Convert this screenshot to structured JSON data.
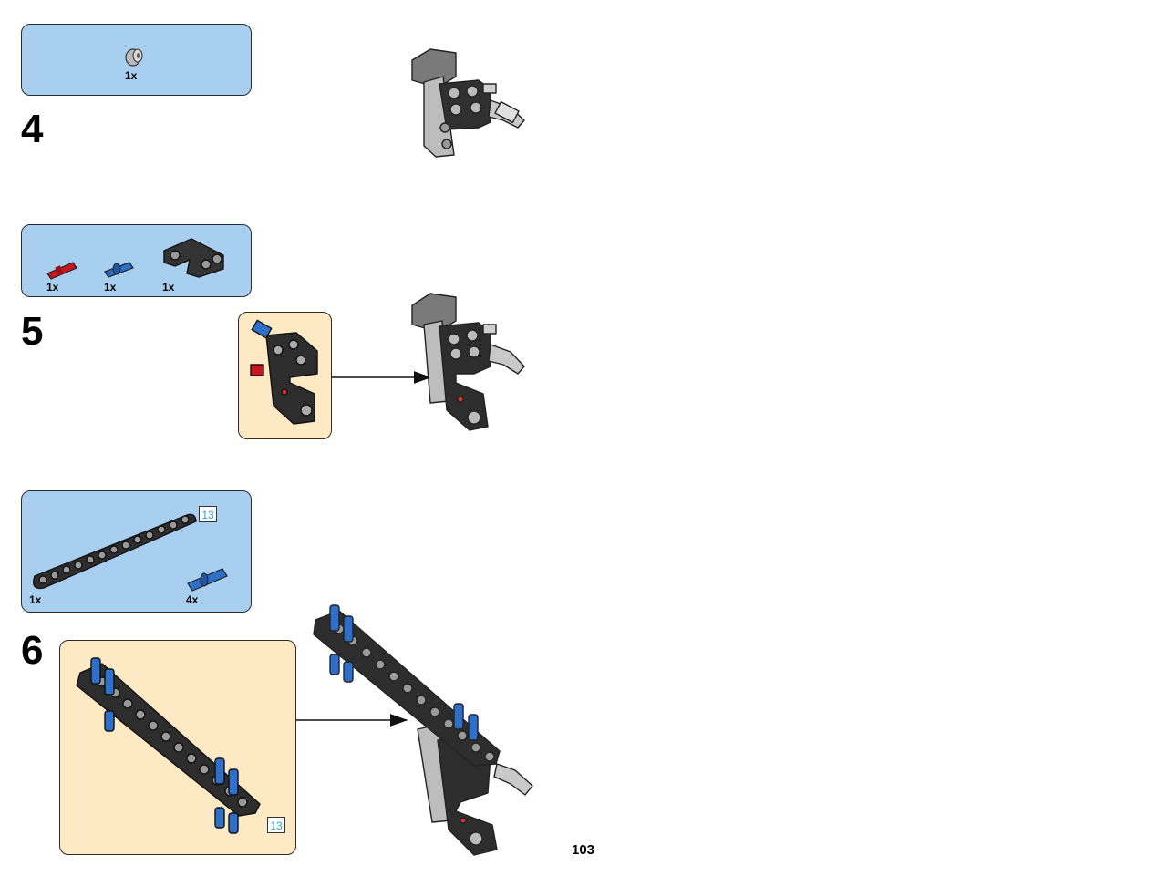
{
  "page": {
    "number": "103"
  },
  "steps": [
    {
      "number": "4",
      "parts": [
        {
          "qty": "1x"
        }
      ]
    },
    {
      "number": "5",
      "parts": [
        {
          "qty": "1x"
        },
        {
          "qty": "1x"
        },
        {
          "qty": "1x"
        }
      ]
    },
    {
      "number": "6",
      "parts": [
        {
          "qty": "1x",
          "length": "13"
        },
        {
          "qty": "4x"
        }
      ],
      "sub_length": "13"
    }
  ],
  "colors": {
    "callout_blue": "#a9cff0",
    "subassembly_tan": "#fde9c3",
    "length_badge": "#2aa0d8"
  }
}
